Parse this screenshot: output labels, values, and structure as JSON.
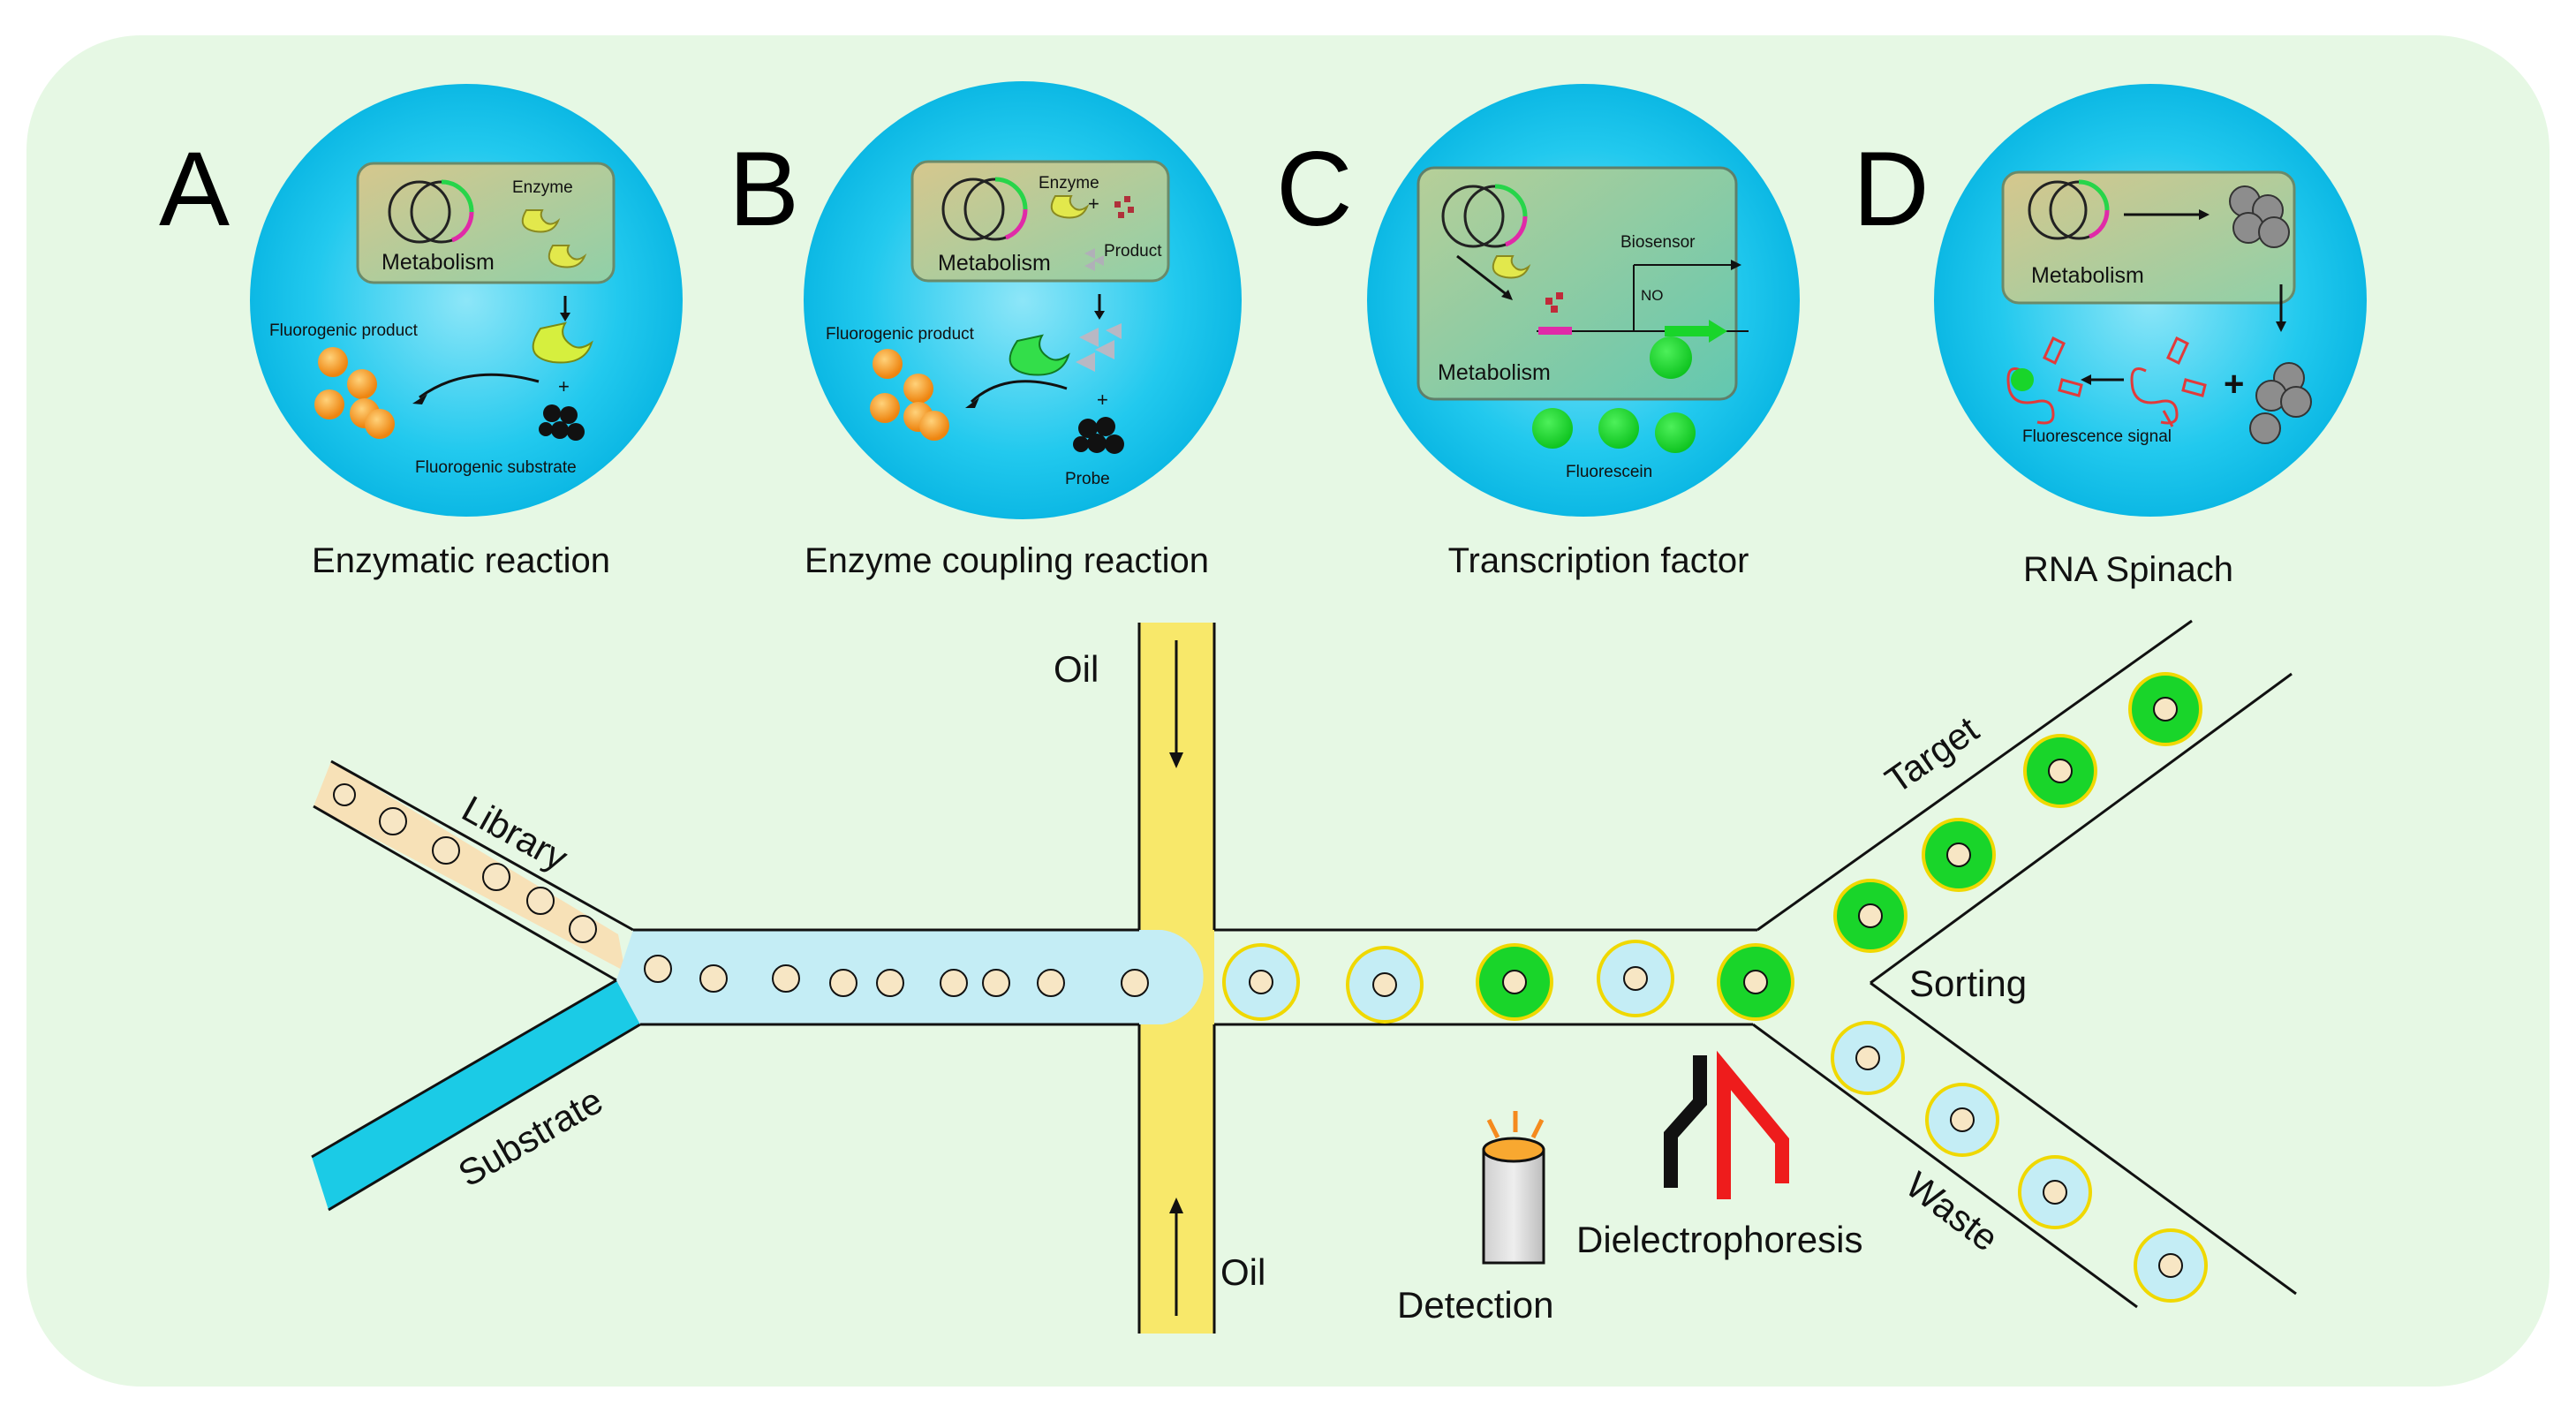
{
  "panels": [
    {
      "letter": "A",
      "caption": "Enzymatic reaction",
      "box_label": "Metabolism",
      "labels": {
        "enzyme": "Enzyme",
        "product": "Fluorogenic product",
        "substrate": "Fluorogenic substrate",
        "plus": "+"
      }
    },
    {
      "letter": "B",
      "caption": "Enzyme coupling reaction",
      "box_label": "Metabolism",
      "labels": {
        "enzyme": "Enzyme",
        "plus_top": "+",
        "product_small": "Product",
        "product": "Fluorogenic product",
        "probe": "Probe",
        "plus": "+"
      }
    },
    {
      "letter": "C",
      "caption": "Transcription factor",
      "box_label": "Metabolism",
      "labels": {
        "biosensor": "Biosensor",
        "no": "NO",
        "fluorescein": "Fluorescein"
      }
    },
    {
      "letter": "D",
      "caption": "RNA Spinach",
      "box_label": "Metabolism",
      "labels": {
        "signal": "Fluorescence signal",
        "plus": "+"
      }
    }
  ],
  "chip": {
    "library": "Library",
    "substrate": "Substrate",
    "oil_top": "Oil",
    "oil_bottom": "Oil",
    "target": "Target",
    "sorting": "Sorting",
    "waste": "Waste",
    "detection": "Detection",
    "dielectrophoresis": "Dielectrophoresis"
  },
  "colors": {
    "background": "#e6f8e4",
    "bubble": "#14c6ee",
    "metabolism_box": "#a9cf9a",
    "fluorescent_green": "#19d52a",
    "oil": "#f8e86a",
    "library_channel": "#f7e1b7",
    "substrate_channel": "#1bcbe6",
    "merge_channel": "#c4edf5",
    "droplet_ring": "#f0d800",
    "orange_product": "#f59a1e"
  }
}
